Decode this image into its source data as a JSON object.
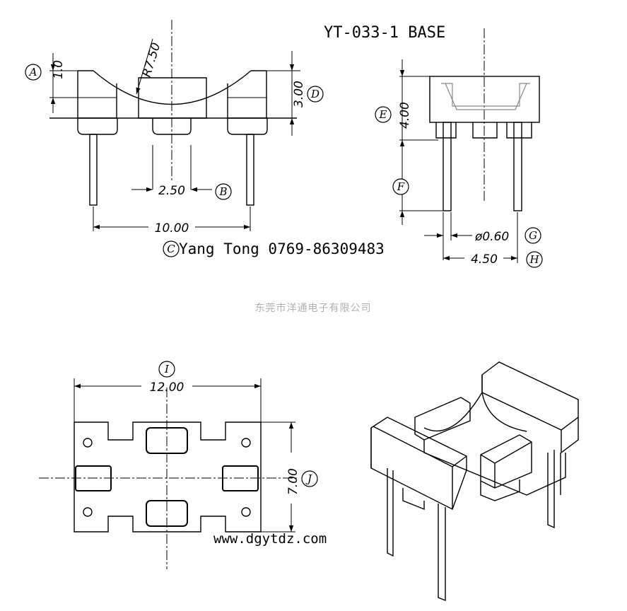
{
  "title": "YT-033-1 BASE",
  "company_line": "Yang Tong 0769-86309483",
  "copyright_symbol": "C",
  "chinese_name": "东莞市洋通电子有限公司",
  "website": "www.dgytdz.com",
  "dimensions": {
    "A": "1.0",
    "R": "R7.50",
    "D": "3.00",
    "B": "2.50",
    "C": "10.00",
    "E": "4.00",
    "G": "ø0.60",
    "H": "4.50",
    "I": "12.00",
    "J": "7.00"
  },
  "labels": {
    "A": "A",
    "B": "B",
    "C": "C",
    "D": "D",
    "E": "E",
    "F": "F",
    "G": "G",
    "H": "H",
    "I": "I",
    "J": "J"
  }
}
